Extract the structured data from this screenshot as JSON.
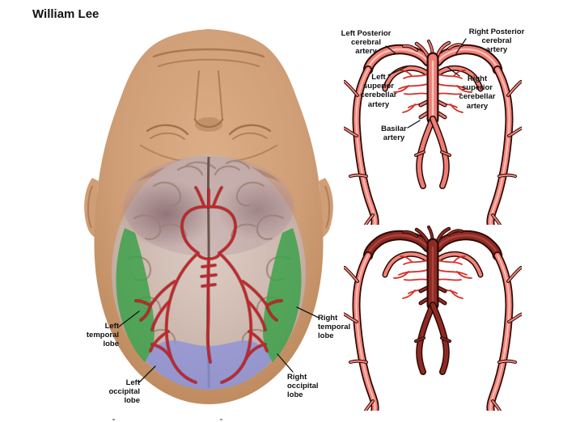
{
  "title": "William Lee",
  "head_figure": {
    "labels": {
      "left_temporal": "Left\ntemporal\nlobe",
      "right_temporal": "Right\ntemporal\nlobe",
      "left_occipital": "Left\noccipital\nlobe",
      "right_occipital": "Right\noccipital\nlobe"
    }
  },
  "artery_figures": {
    "top": {
      "labels": {
        "left_posterior": "Left Posterior\ncerebral\nartery",
        "right_posterior": "Right Posterior\ncerebral\nartery",
        "left_cerebellar": "Left\nsuperior\ncerebellar\nartery",
        "right_cerebellar": "Right\nsuperior\ncerebellar\nartery",
        "basilar": "Basilar\nartery"
      }
    },
    "bottom": {
      "labels": {}
    }
  },
  "colors": {
    "skin": "#cf9e76",
    "brain": "#cbb6ac",
    "temporal_green": "#3da14b",
    "occipital_purple": "#8c92da",
    "artery_pink": "#f2857c",
    "artery_red": "#d62f28",
    "occluded_dark": "#8e2a24",
    "label_text": "#101010"
  }
}
